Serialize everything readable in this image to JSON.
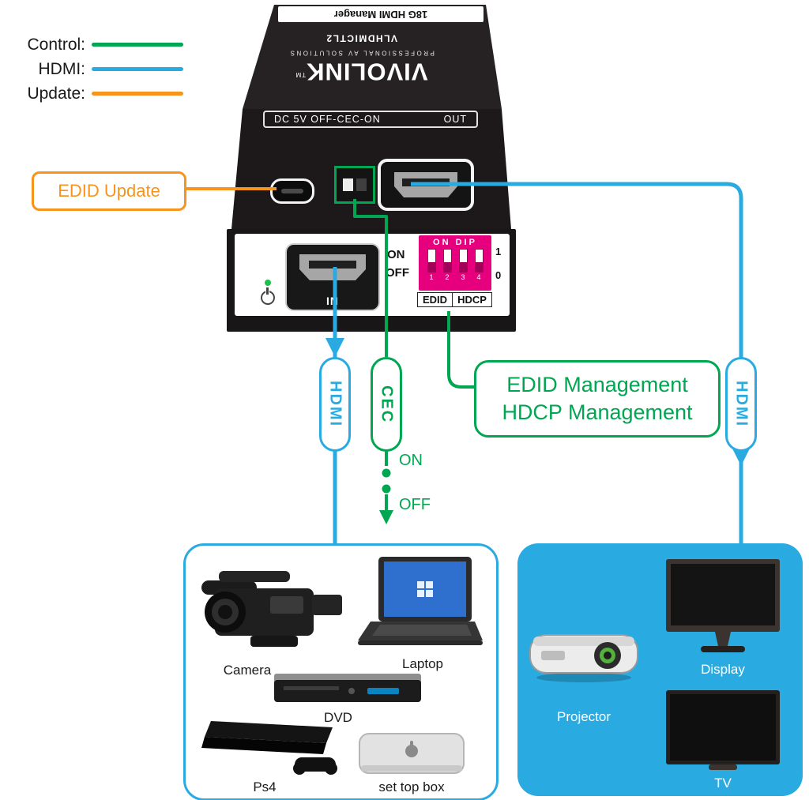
{
  "legend": {
    "items": [
      {
        "label": "Control:",
        "color": "#00A651"
      },
      {
        "label": "HDMI:",
        "color": "#29ABE2"
      },
      {
        "label": "Update:",
        "color": "#F7941D"
      }
    ]
  },
  "device": {
    "top_label": "18G HDMI Manager",
    "brand": "VIVOLINK",
    "brand_tm": "TM",
    "tagline": "PROFESSIONAL AV SOLUTIONS",
    "model": "VLHDMICTL2",
    "dc_label": "DC 5V OFF-CEC-ON",
    "out_label": "OUT",
    "front": {
      "in_label": "IN",
      "on_label": "ON",
      "off_label": "OFF",
      "edid_label": "EDID",
      "hdcp_label": "HDCP",
      "dip": {
        "header": "ON DIP",
        "numbers": [
          "1",
          "2",
          "3",
          "4"
        ],
        "side_on": "1",
        "side_off": "0"
      }
    }
  },
  "callouts": {
    "edid_update": "EDID Update",
    "management_line1": "EDID Management",
    "management_line2": "HDCP Management",
    "hdmi_left": "HDMI",
    "cec": "CEC",
    "hdmi_right": "HDMI",
    "cec_on": "ON",
    "cec_off": "OFF"
  },
  "sources": {
    "items": [
      {
        "name": "Camera"
      },
      {
        "name": "Laptop"
      },
      {
        "name": "DVD"
      },
      {
        "name": "Ps4"
      },
      {
        "name": "set top box"
      }
    ]
  },
  "sinks": {
    "items": [
      {
        "name": "Projector"
      },
      {
        "name": "Display"
      },
      {
        "name": "TV"
      }
    ]
  },
  "colors": {
    "control_green": "#00A651",
    "hdmi_blue": "#29ABE2",
    "update_orange": "#F7941D",
    "dip_pink": "#E6007E"
  }
}
